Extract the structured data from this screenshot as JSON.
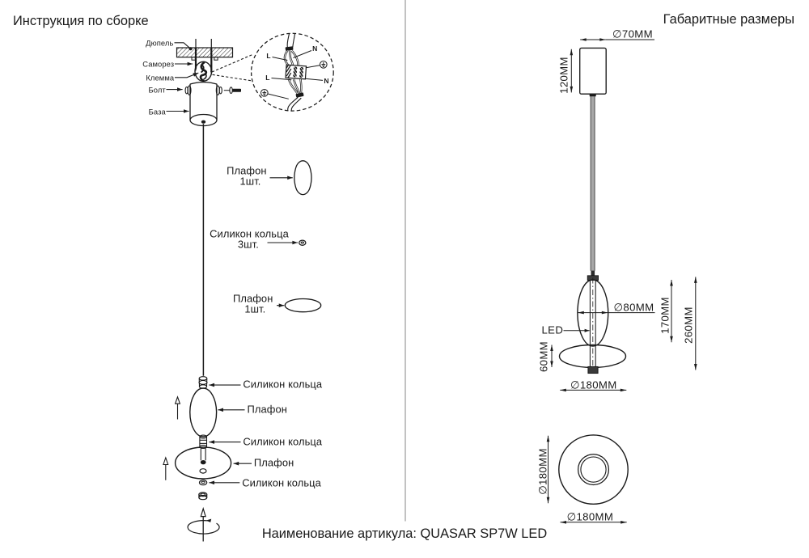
{
  "page": {
    "left_title": "Инструкция по сборке",
    "right_title": "Габаритные размеры",
    "footer": "Наименование артикула: QUASAR SP7W LED"
  },
  "assembly": {
    "mount_labels": {
      "dowel": "Дюпель",
      "screw": "Саморез",
      "terminal": "Клемма",
      "bolt": "Болт",
      "base": "База"
    },
    "wiring": {
      "live": "L",
      "neutral": "N"
    },
    "callouts": [
      {
        "name": "Плафон",
        "qty": "1шт."
      },
      {
        "name": "Силикон кольца",
        "qty": "3шт."
      },
      {
        "name": "Плафон",
        "qty": "1шт."
      }
    ],
    "stack_labels": [
      "Силикон кольца",
      "Плафон",
      "Силикон кольца",
      "Плафон",
      "Силикон кольца"
    ]
  },
  "dimensions": {
    "canopy_diameter": "∅70MM",
    "canopy_height": "120MM",
    "shade_diameter": "∅80MM",
    "shade_height": "170MM",
    "total_height": "260MM",
    "led": "LED",
    "disc_height": "60MM",
    "disc_diameter": "∅180MM",
    "bottom_diameter_vertical": "∅180MM",
    "bottom_diameter_horizontal": "∅180MM"
  },
  "colors": {
    "ink": "#1a1a1a",
    "cable_gray": "#a8a8a8",
    "divider_gray": "#8f8f8f"
  }
}
